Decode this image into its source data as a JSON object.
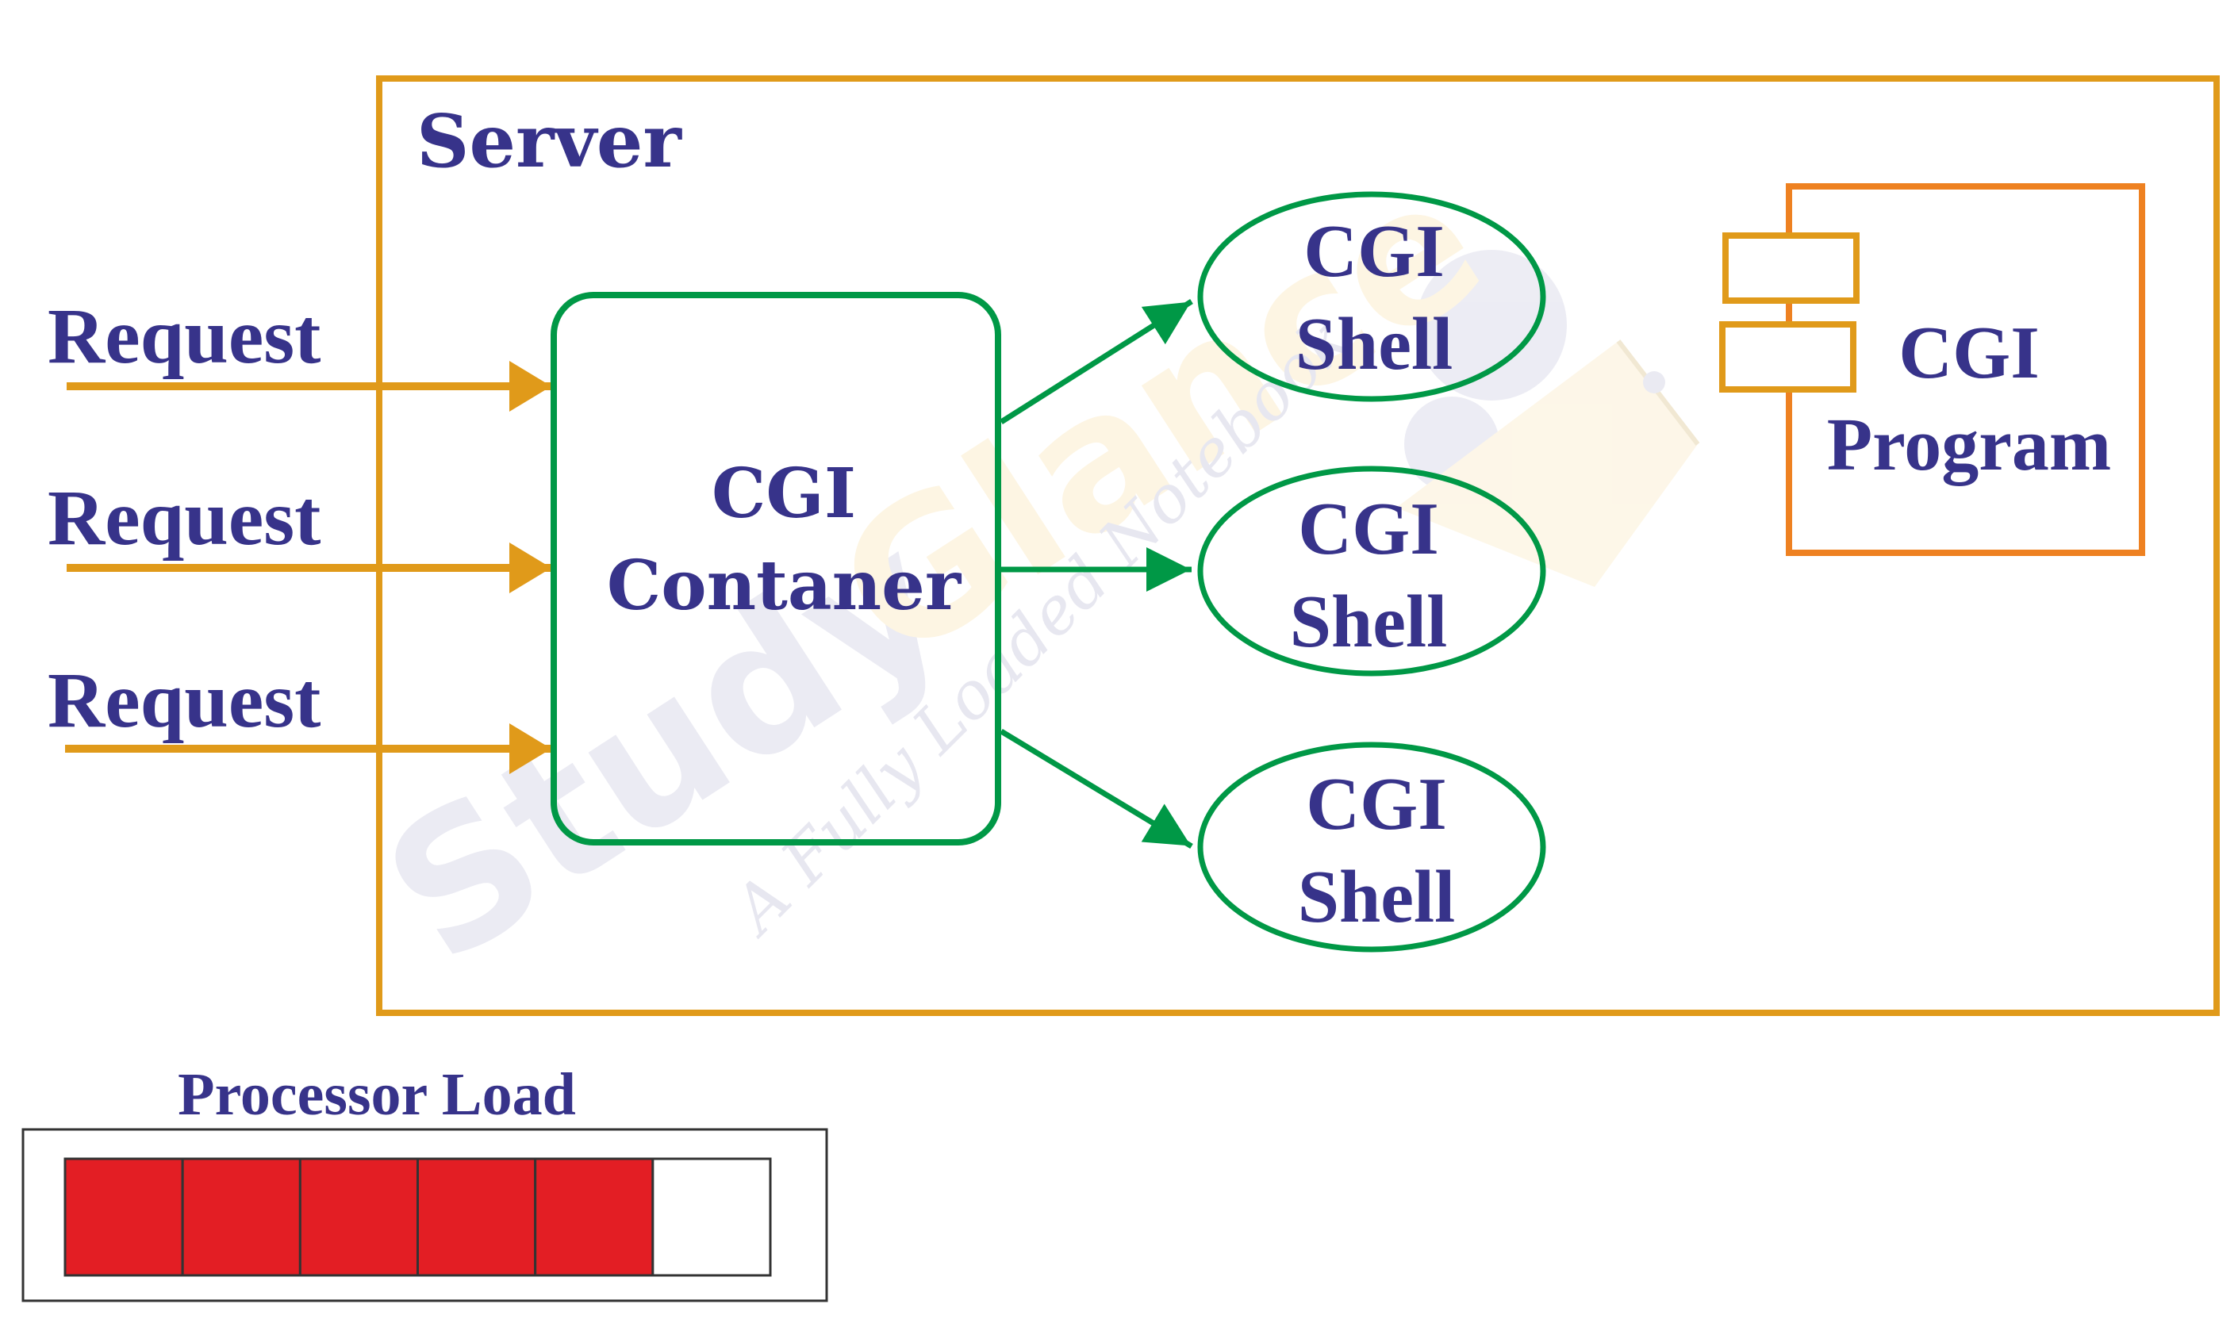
{
  "diagram": {
    "server": {
      "title": "Server"
    },
    "requests": [
      {
        "label": "Request"
      },
      {
        "label": "Request"
      },
      {
        "label": "Request"
      }
    ],
    "container": {
      "line1": "CGI",
      "line2": "Contaner"
    },
    "shells": [
      {
        "line1": "CGI",
        "line2": "Shell"
      },
      {
        "line1": "CGI",
        "line2": "Shell"
      },
      {
        "line1": "CGI",
        "line2": "Shell"
      }
    ],
    "program": {
      "line1": "CGI",
      "line2": "Program"
    },
    "processor_load": {
      "title": "Processor Load",
      "total_segments": 6,
      "filled_segments": 5,
      "fill_color": "#e31e24",
      "empty_color": "#ffffff"
    },
    "watermark": {
      "word1": "Study",
      "word2": "Glance",
      "tagline": "A Fully Loaded Notebook"
    },
    "colors": {
      "server_border": "#e09a1a",
      "request_arrow": "#e09a1a",
      "container_border": "#009846",
      "shell_border": "#009846",
      "program_border": "#ee8121",
      "program_tabs": "#e09a1a",
      "text": "#37338a"
    }
  }
}
